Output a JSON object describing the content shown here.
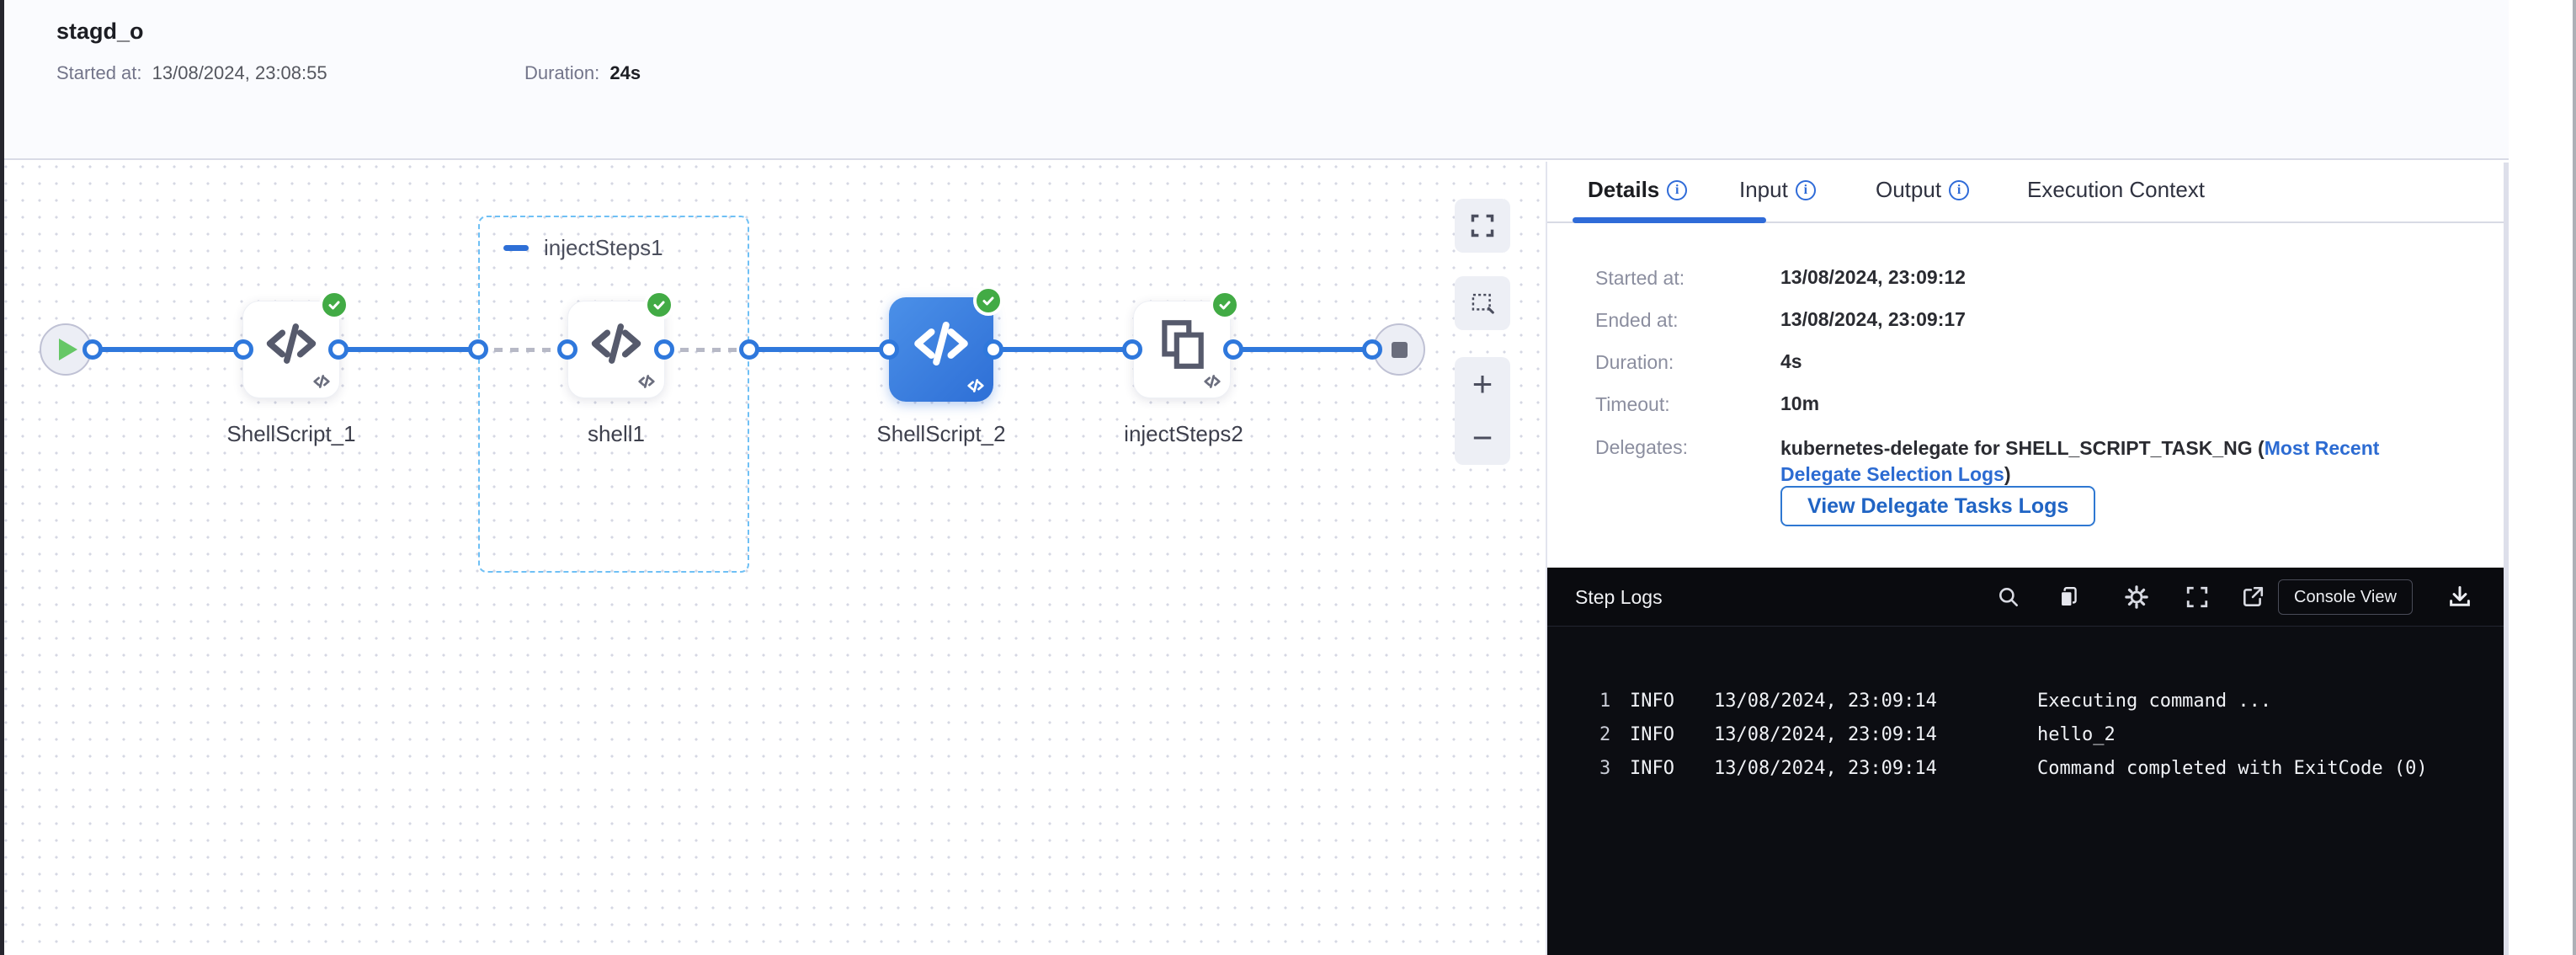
{
  "colors": {
    "accent_blue": "#2f6bd8",
    "link_blue": "#2c6bd2",
    "success_green": "#42ab45",
    "selected_node_blue": "#3b7fe0",
    "log_panel_bg": "#0c0d12",
    "canvas_dot": "#d5d7e3"
  },
  "icons": {
    "play": "green-triangle",
    "stop": "gray-square",
    "success_check": "white-checkmark-in-green-circle",
    "code_step": "</>-chevrons-with-slash",
    "inject_steps": "two-overlapping-rectangles",
    "collapse_group": "blue-minus-dash",
    "expand_canvas": "corner-brackets",
    "marquee_select": "dashed-rectangle",
    "zoom_in": "+",
    "zoom_out": "−",
    "info": "i-in-circle",
    "search": "magnifier",
    "copy": "two-overlapping-rects",
    "settings": "gear",
    "fullscreen": "corner-brackets",
    "open_in_new": "external-link-arrow",
    "download": "arrow-down-into-tray"
  },
  "header": {
    "title": "stagd_o",
    "started_label": "Started at:",
    "started_value": "13/08/2024, 23:08:55",
    "duration_label": "Duration:",
    "duration_value": "24s"
  },
  "canvas": {
    "group_label": "injectSteps1",
    "nodes": {
      "n1": "ShellScript_1",
      "n2": "shell1",
      "n3": "ShellScript_2",
      "n4": "injectSteps2"
    },
    "controls": {
      "zoom_in": "+",
      "zoom_out": "−"
    }
  },
  "panel": {
    "tabs": {
      "details": "Details",
      "input": "Input",
      "output": "Output",
      "execution_context": "Execution Context"
    },
    "details": {
      "rows": [
        {
          "label": "Started at:",
          "value": "13/08/2024, 23:09:12"
        },
        {
          "label": "Ended at:",
          "value": "13/08/2024, 23:09:17"
        },
        {
          "label": "Duration:",
          "value": "4s"
        },
        {
          "label": "Timeout:",
          "value": "10m"
        }
      ],
      "delegates_label": "Delegates:",
      "delegates_text_before": "kubernetes-delegate for SHELL_SCRIPT_TASK_NG (",
      "delegates_link": "Most Recent Delegate Selection Logs",
      "delegates_text_after": ")",
      "view_logs_button": "View Delegate Tasks Logs"
    }
  },
  "step_logs": {
    "title": "Step Logs",
    "console_view_button": "Console View",
    "lines": [
      {
        "num": "1",
        "level": "INFO",
        "time": "13/08/2024, 23:09:14",
        "message": "Executing command ..."
      },
      {
        "num": "2",
        "level": "INFO",
        "time": "13/08/2024, 23:09:14",
        "message": "hello_2"
      },
      {
        "num": "3",
        "level": "INFO",
        "time": "13/08/2024, 23:09:14",
        "message": "Command completed with ExitCode (0)"
      }
    ]
  }
}
